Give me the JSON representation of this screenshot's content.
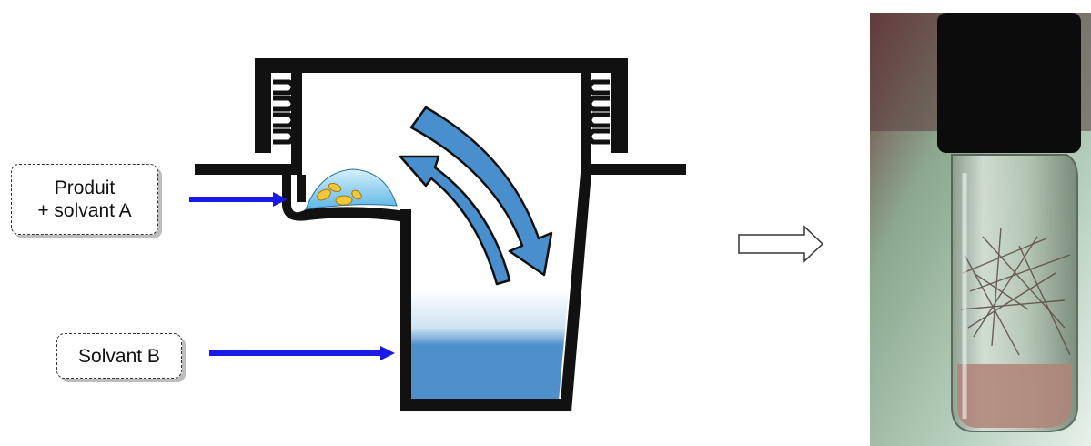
{
  "labels": {
    "input_a_line1": "Produit",
    "input_a_line2": "+ solvant A",
    "input_b": "Solvant B"
  },
  "photo": {
    "subject": "glass vial with needle-shaped crystals under black cap"
  },
  "colors": {
    "feed_arrow": "#1a1ae6",
    "liquid": "#4f90cc",
    "circulation_arrow": "#4a8fcd",
    "droplet": "#8fd0ee",
    "crystals": "#f2c83a"
  }
}
